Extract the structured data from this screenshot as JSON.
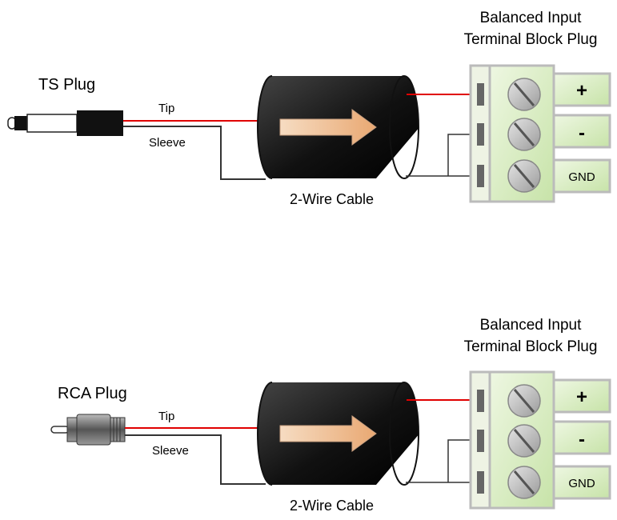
{
  "diagrams": [
    {
      "plug_label": "TS Plug",
      "tip_label": "Tip",
      "sleeve_label": "Sleeve",
      "cable_label": "2-Wire Cable",
      "block_title_line1": "Balanced Input",
      "block_title_line2": "Terminal Block Plug",
      "terminal_plus": "+",
      "terminal_minus": "-",
      "terminal_gnd": "GND"
    },
    {
      "plug_label": "RCA Plug",
      "tip_label": "Tip",
      "sleeve_label": "Sleeve",
      "cable_label": "2-Wire Cable",
      "block_title_line1": "Balanced Input",
      "block_title_line2": "Terminal Block Plug",
      "terminal_plus": "+",
      "terminal_minus": "-",
      "terminal_gnd": "GND"
    }
  ],
  "colors": {
    "tip_wire": "#e00000",
    "sleeve_wire": "#333333",
    "terminal_green": "#dff0c8",
    "terminal_border": "#b5b5b5",
    "arrow_fill": "#f0c7a0"
  }
}
